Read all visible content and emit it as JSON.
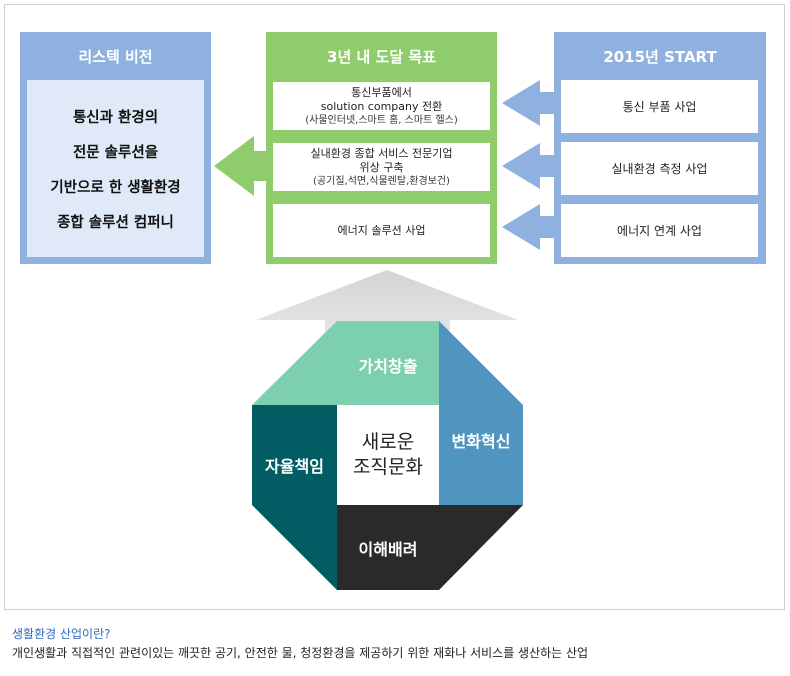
{
  "vision": {
    "title": "리스텍 비전",
    "lines": [
      "통신과 환경의",
      "전문 솔루션을",
      "기반으로 한 생활환경",
      "종합 솔루션 컴퍼니"
    ]
  },
  "goal": {
    "title": "3년 내 도달 목표",
    "items": [
      {
        "title_line1": "통신부품에서",
        "title_line2": "solution company 전환",
        "sub": "(사물인터넷,스마트 홈, 스마트 헬스)"
      },
      {
        "title_line1": "실내환경 종합 서비스 전문기업",
        "title_line2": "위상 구축",
        "sub": "(공기질,석면,식물렌탈,환경보건)"
      },
      {
        "title_line1": "에너지 솔루션 사업"
      }
    ]
  },
  "start": {
    "title": "2015년 START",
    "items": [
      "통신 부품 사업",
      "실내환경 측정 사업",
      "에너지 연계 사업"
    ]
  },
  "culture": {
    "top": "가치창출",
    "right": "변화혁신",
    "bottom": "이해배려",
    "left": "자율책임",
    "center_line1": "새로운",
    "center_line2": "조직문화"
  },
  "colors": {
    "blue": "#8fb1e0",
    "blue_light": "#dfe9f7",
    "green": "#8fcc6b",
    "arrow_green": "#8fcc6b",
    "arrow_blue": "#8fb1e0",
    "teal_light": "#7ccfaf",
    "steel_blue": "#4f95c0",
    "dark_teal": "#015c63",
    "dark_gray": "#2a2a2a",
    "question": "#2e6cbd"
  },
  "footer": {
    "question": "생활환경 산업이란?",
    "answer": "개인생활과 직접적인 관련이있는 깨끗한 공기, 안전한 물, 청정환경을 제공하기 위한 재화나 서비스를 생산하는 산업"
  }
}
